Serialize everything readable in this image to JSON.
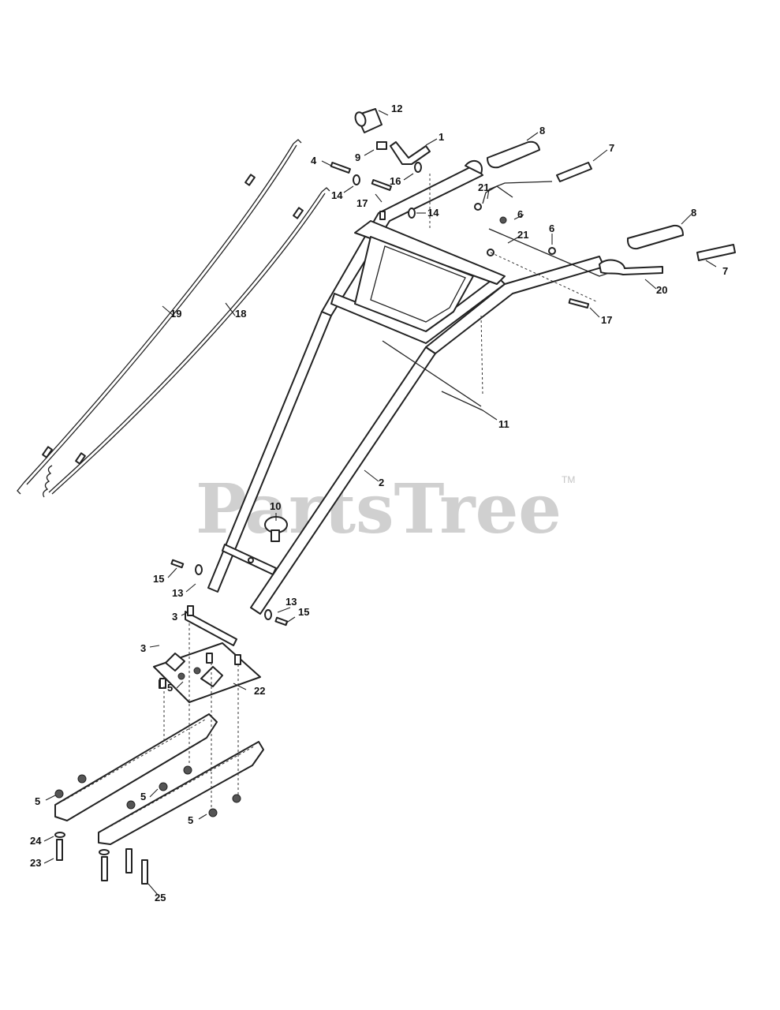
{
  "watermark": {
    "text": "PartsTree",
    "trademark": "TM"
  },
  "callouts": {
    "c1": "1",
    "c2": "2",
    "c3a": "3",
    "c3b": "3",
    "c4": "4",
    "c5a": "5",
    "c5b": "5",
    "c5c": "5",
    "c5d": "5",
    "c6a": "6",
    "c6b": "6",
    "c7a": "7",
    "c7b": "7",
    "c8a": "8",
    "c8b": "8",
    "c9": "9",
    "c10": "10",
    "c11": "11",
    "c12": "12",
    "c13a": "13",
    "c13b": "13",
    "c14a": "14",
    "c14b": "14",
    "c15a": "15",
    "c15b": "15",
    "c16": "16",
    "c17a": "17",
    "c17b": "17",
    "c18": "18",
    "c19": "19",
    "c20": "20",
    "c21a": "21",
    "c21b": "21",
    "c22": "22",
    "c23": "23",
    "c24": "24",
    "c25": "25"
  }
}
